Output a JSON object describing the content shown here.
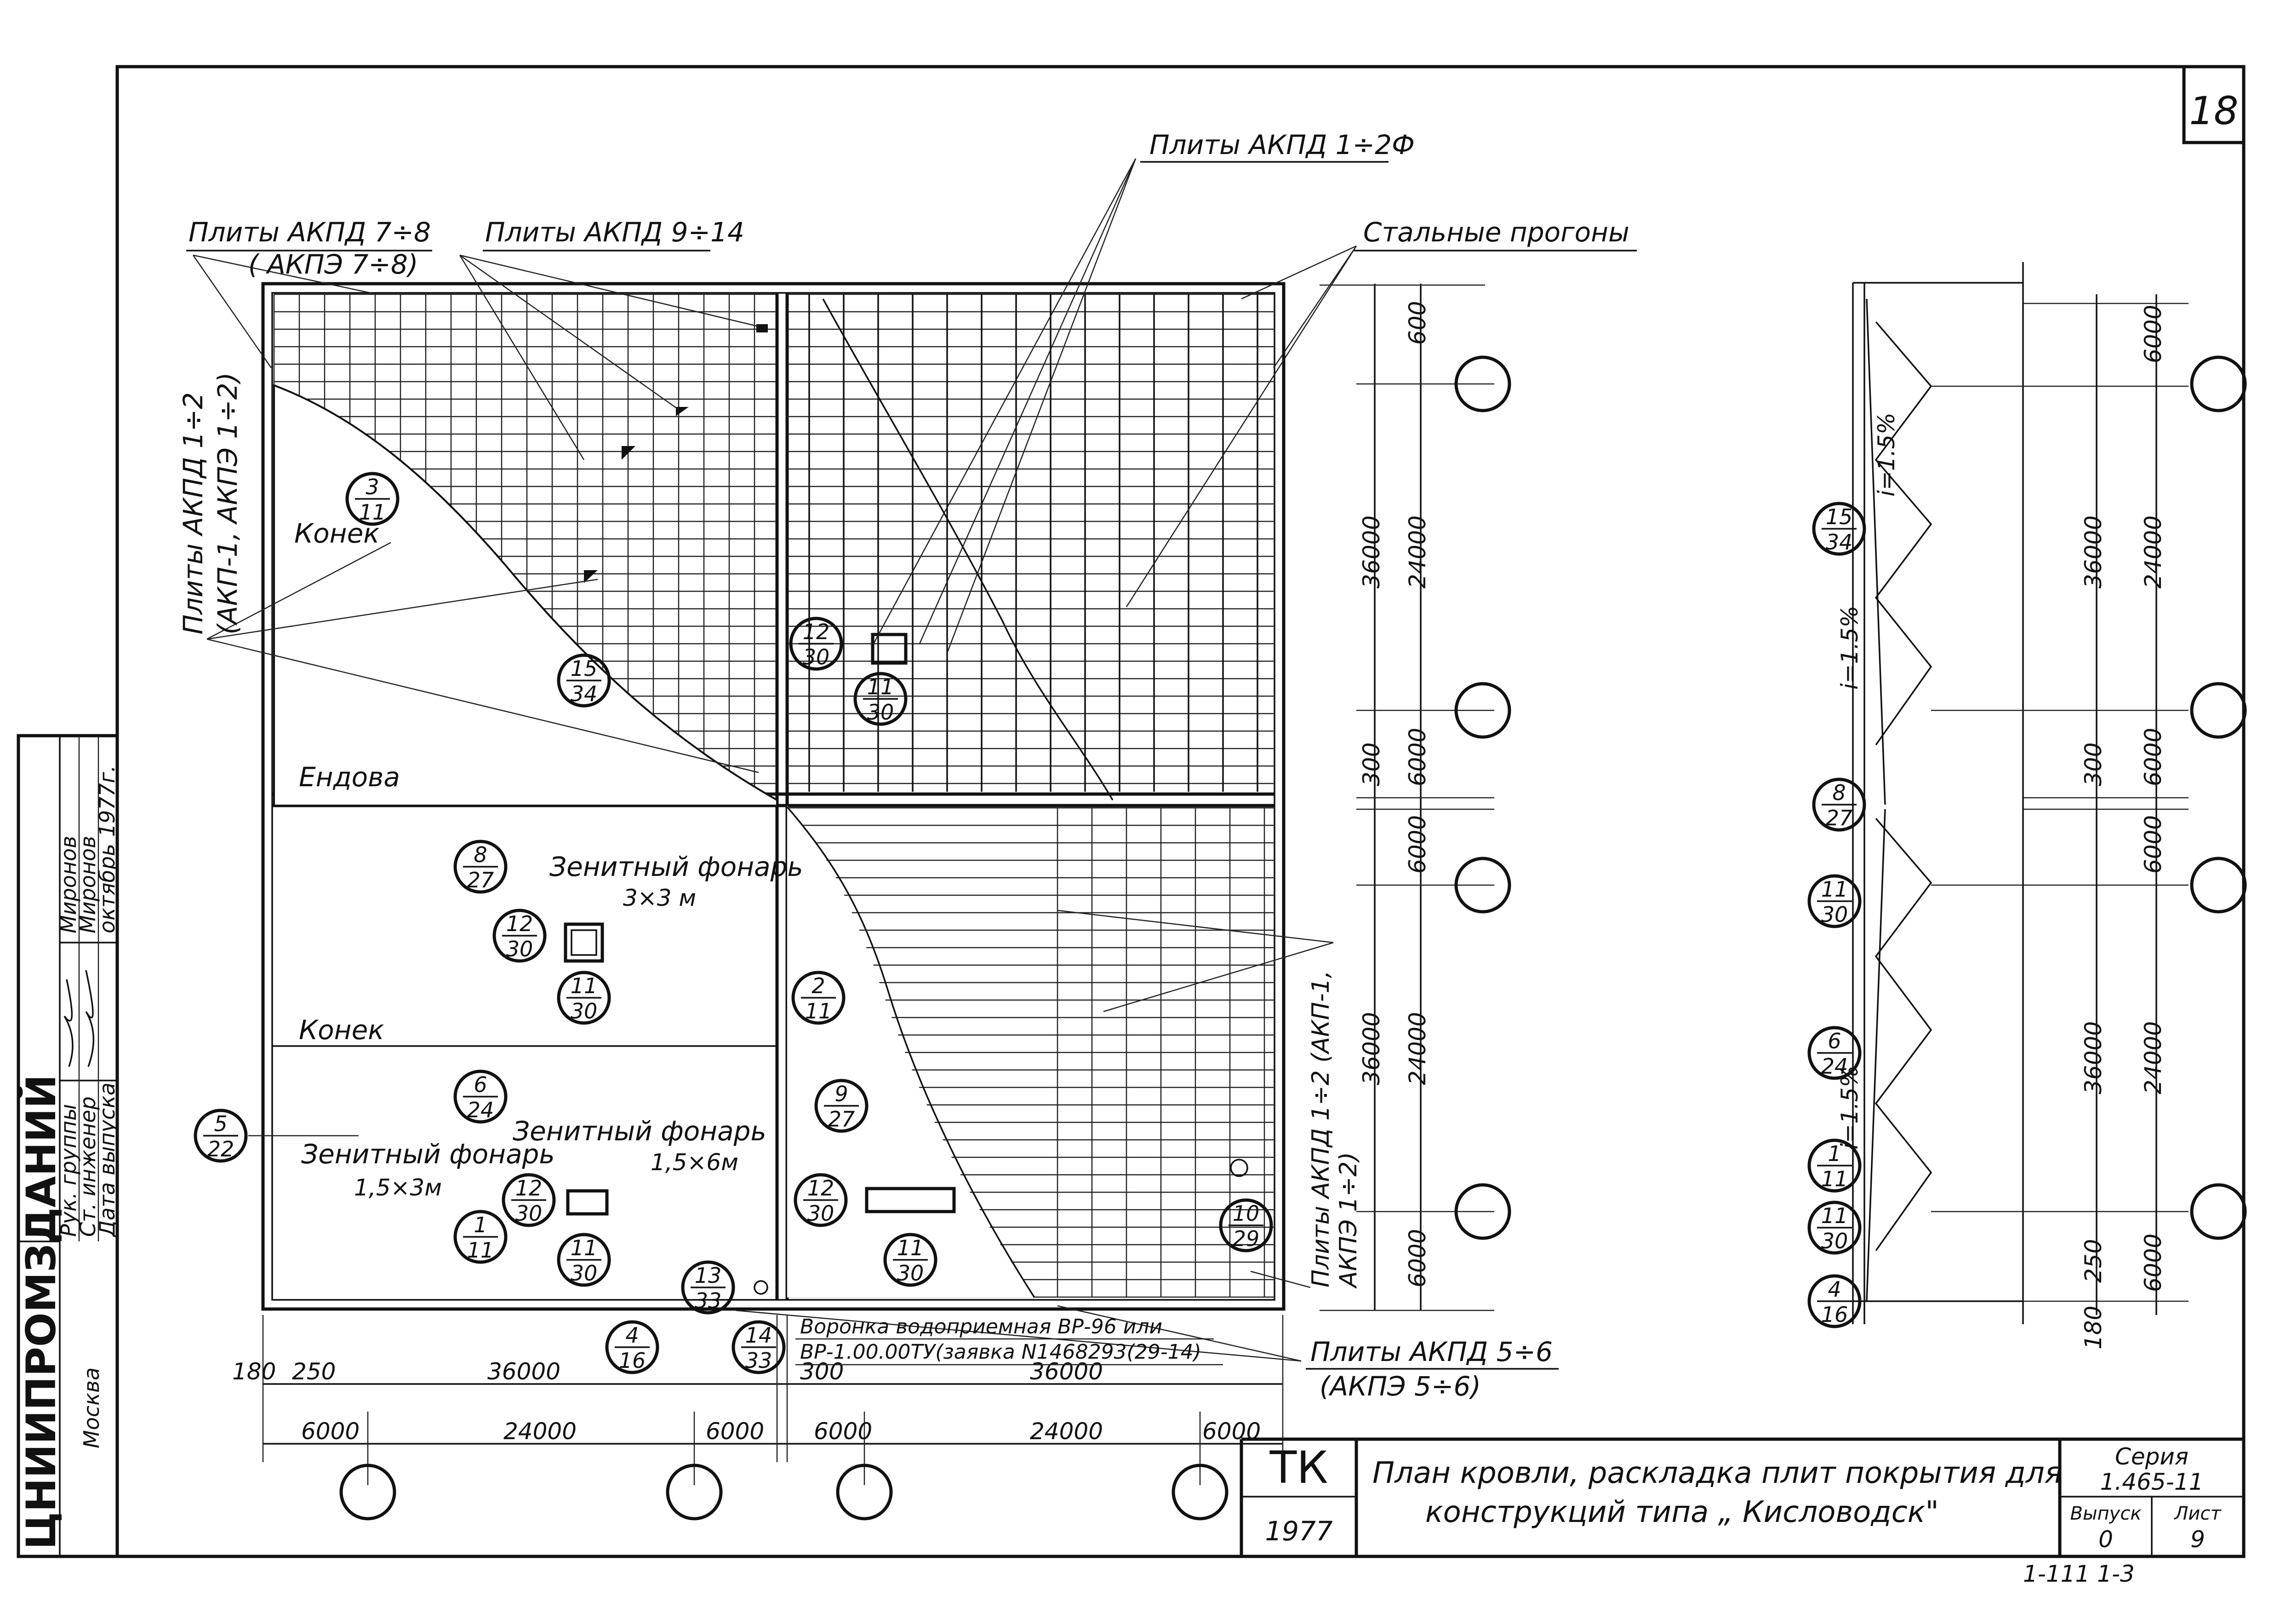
{
  "sheet": {
    "number": "18",
    "stamp_code": "ТК",
    "stamp_year": "1977",
    "title_line1": "План кровли, раскладка плит покрытия для",
    "title_line2": "конструкций  типа „ Кисловодск\"",
    "series_label": "Серия",
    "series_value": "1.465-11",
    "issue_label": "Выпуск",
    "issue_value": "0",
    "list_label": "Лист",
    "list_value": "9",
    "bottom_note": "1-111    1-3"
  },
  "side_block": {
    "org": "ЦНИИПРОМЗДАНИЙ",
    "city": "Москва",
    "rows": [
      "Рук. группы",
      "Ст. инженер",
      "Дата  выпуска"
    ],
    "names": [
      "Миронов",
      "Миронов",
      "октябрь 1977г."
    ]
  },
  "labels": {
    "akpd_7_8": "Плиты  АКПД 7÷8",
    "akpe_7_8": "( АКПЭ  7÷8)",
    "akpd_9_14": "Плиты  АКПД 9÷14",
    "akpd_1_2f": "Плиты АКПД 1÷2Ф",
    "steel_purlins": "Стальные прогоны",
    "akpd_1_2_left": "Плиты АКПД 1÷2",
    "akpd_1_2_left_b": "(АКП-1, АКПЭ 1÷2)",
    "ridge_top": "Конек",
    "valley": "Ендова",
    "ridge_mid": "Конек",
    "skylight_3x3": "Зенитный фонарь",
    "skylight_3x3_size": "3×3 м",
    "skylight_15x3": "Зенитный  фонарь",
    "skylight_15x3_size": "1,5×3м",
    "skylight_15x6": "Зенитный фонарь",
    "skylight_15x6_size": "1,5×6м",
    "funnel_1": "Воронка водоприемная  ВР-96 или",
    "funnel_2": "ВР-1.00.00ТУ(заявка N1468293(29-14)",
    "akpd_5_6": "Плиты  АКПД 5÷6",
    "akpe_5_6": "(АКПЭ 5÷6)",
    "akpd_right_1": "Плиты  АКПД 1÷2 (АКП-1,",
    "akpd_right_2": "АКПЭ 1÷2)"
  },
  "dimensions": {
    "bottom_row1": [
      "180",
      "250",
      "36000",
      "300",
      "36000"
    ],
    "bottom_row2": [
      "6000",
      "24000",
      "6000",
      "6000",
      "24000",
      "6000"
    ],
    "right_plan": [
      "600",
      "36000",
      "24000",
      "6000",
      "300",
      "6000",
      "24000",
      "36000",
      "6000"
    ],
    "section": [
      "6000",
      "36000",
      "24000",
      "300",
      "6000",
      "6000",
      "36000",
      "24000",
      "6000",
      "250",
      "180"
    ],
    "slopes": [
      "i=1.5%",
      "i=1.5%",
      "i=1.5%"
    ]
  },
  "callouts": [
    {
      "top": "3",
      "bottom": "11"
    },
    {
      "top": "15",
      "bottom": "34"
    },
    {
      "top": "12",
      "bottom": "30"
    },
    {
      "top": "11",
      "bottom": "30"
    },
    {
      "top": "8",
      "bottom": "27"
    },
    {
      "top": "12",
      "bottom": "30"
    },
    {
      "top": "11",
      "bottom": "30"
    },
    {
      "top": "6",
      "bottom": "24"
    },
    {
      "top": "5",
      "bottom": "22"
    },
    {
      "top": "12",
      "bottom": "30"
    },
    {
      "top": "1",
      "bottom": "11"
    },
    {
      "top": "11",
      "bottom": "30"
    },
    {
      "top": "13",
      "bottom": "33"
    },
    {
      "top": "4",
      "bottom": "16"
    },
    {
      "top": "14",
      "bottom": "33"
    },
    {
      "top": "2",
      "bottom": "11"
    },
    {
      "top": "9",
      "bottom": "27"
    },
    {
      "top": "12",
      "bottom": "30"
    },
    {
      "top": "11",
      "bottom": "30"
    },
    {
      "top": "10",
      "bottom": "29"
    },
    {
      "top": "15",
      "bottom": "34"
    },
    {
      "top": "8",
      "bottom": "27"
    },
    {
      "top": "11",
      "bottom": "30"
    },
    {
      "top": "6",
      "bottom": "24"
    },
    {
      "top": "1",
      "bottom": "11"
    },
    {
      "top": "11",
      "bottom": "30"
    },
    {
      "top": "4",
      "bottom": "16"
    }
  ]
}
